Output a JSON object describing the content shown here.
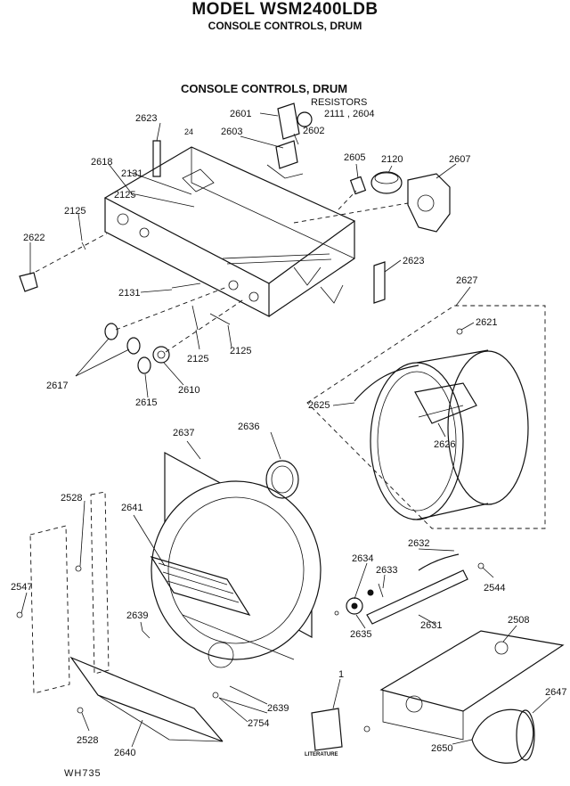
{
  "header": {
    "title": "MODEL WSM2400LDB",
    "subtitle": "CONSOLE CONTROLS, DRUM"
  },
  "section_title": "CONSOLE CONTROLS, DRUM",
  "footer_code": "WH735",
  "literature_label": "LITERATURE",
  "callouts": [
    "2601",
    "RESISTORS",
    "2111 , 2604",
    "2623",
    "24",
    "2603",
    "2602",
    "2618",
    "2131",
    "2125",
    "2605",
    "2120",
    "2607",
    "2125",
    "2622",
    "2623",
    "2627",
    "2131",
    "2621",
    "2125",
    "2125",
    "2617",
    "2610",
    "2615",
    "2625",
    "2626",
    "2637",
    "2636",
    "2528",
    "2641",
    "2632",
    "2634",
    "2633",
    "2547",
    "2544",
    "2639",
    "2635",
    "2631",
    "2508",
    "1",
    "2639",
    "2647",
    "2754",
    "2528",
    "2640",
    "2650"
  ]
}
